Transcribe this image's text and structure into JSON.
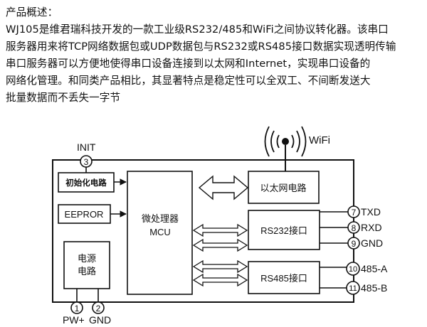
{
  "intro": {
    "heading": "产品概述：",
    "lines": [
      "WJ105是维君瑞科技开发的一款工业级RS232/485和WiFi之间协议转化器。该串口",
      "服务器用来将TCP网络数据包或UDP数据包与RS232或RS485接口数据实现透明传输",
      "串口服务器可以方便地使得串口设备连接到以太网和Internet，实现串口设备的",
      "网络化管理。和同类产品相比，其显著特点是稳定性可以全双工、不间断发送大",
      "批量数据而不丢失一字节"
    ]
  },
  "diagram": {
    "wifi_label": "WiFi",
    "init_label": "INIT",
    "blocks": {
      "init_circuit": "初始化电路",
      "eeprom": "EEPROR",
      "mcu_cn": "微处理器",
      "mcu_en": "MCU",
      "power_line1": "电源",
      "power_line2": "电路",
      "ethernet": "以太网电路",
      "rs232": "RS232接口",
      "rs485": "RS485接口"
    },
    "pins": {
      "p3": "3",
      "p7": "7",
      "p7_label": "TXD",
      "p8": "8",
      "p8_label": "RXD",
      "p9": "9",
      "p9_label": "GND",
      "p10": "10",
      "p10_label": "485-A",
      "p11": "11",
      "p11_label": "485-B",
      "p1": "1",
      "p1_label": "PW+",
      "p2": "2",
      "p2_label": "GND"
    }
  }
}
